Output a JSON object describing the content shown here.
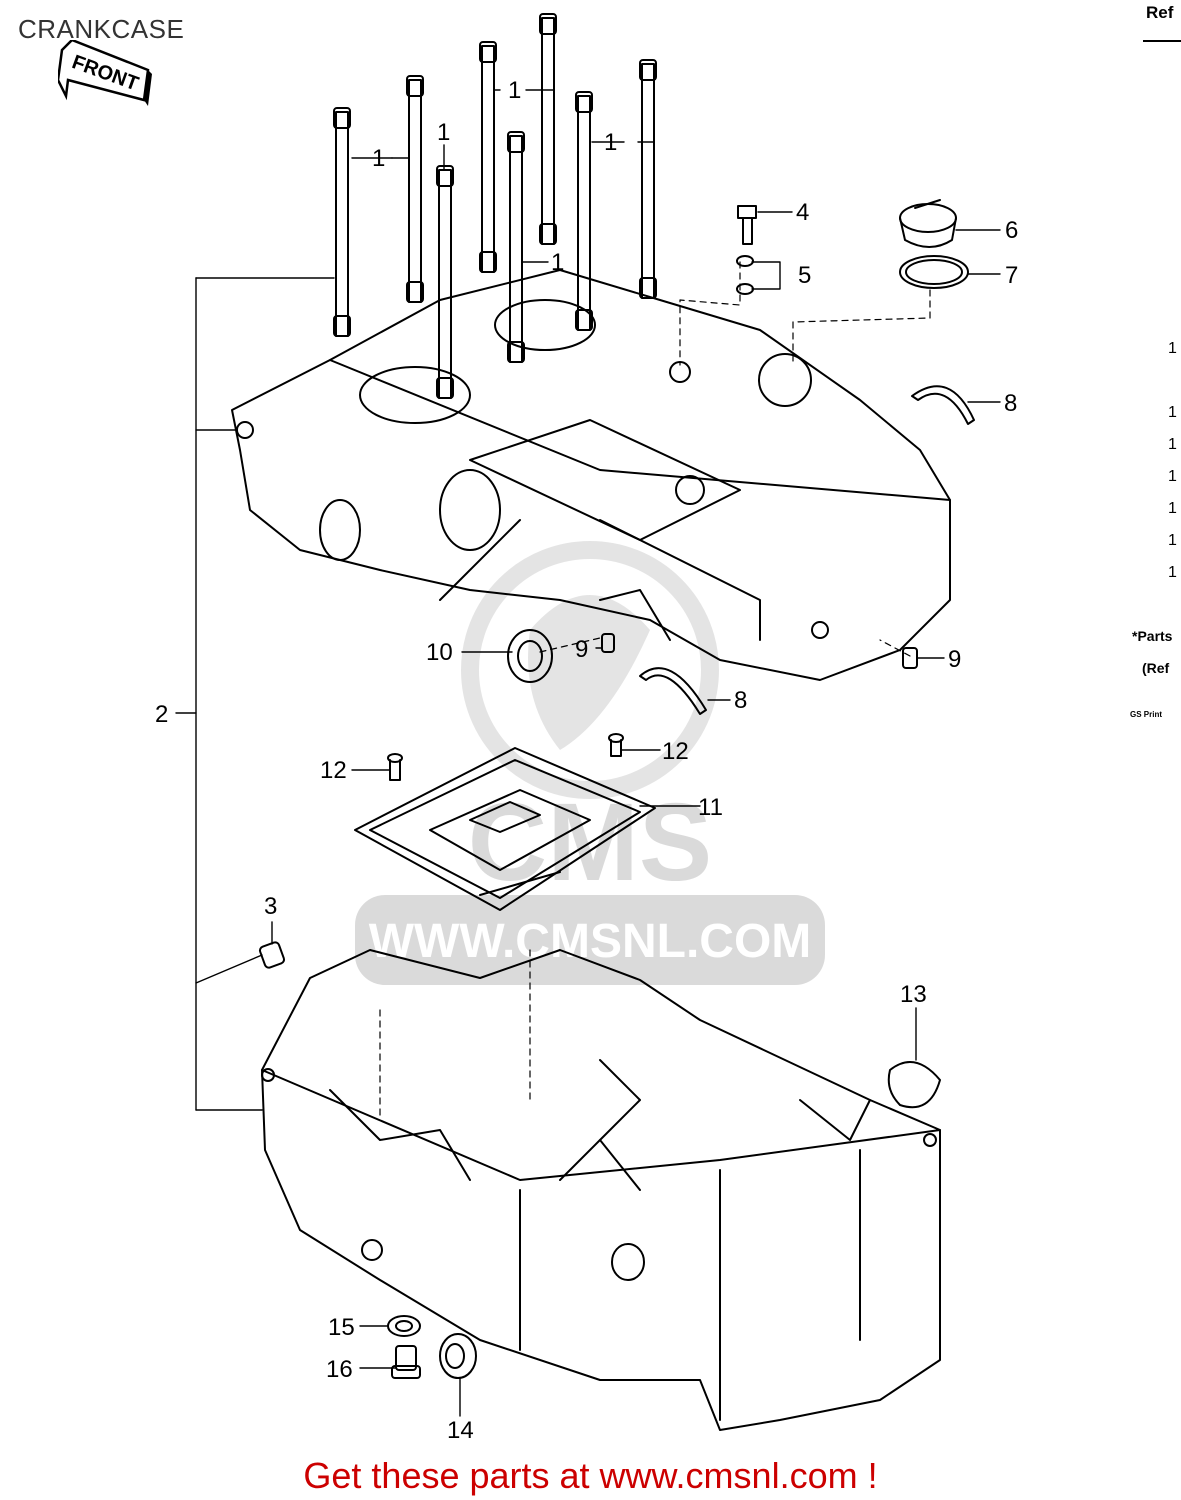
{
  "title": "CRANKCASE",
  "front_label": "FRONT",
  "callouts": [
    {
      "id": "c1a",
      "text": "1"
    },
    {
      "id": "c1b",
      "text": "1"
    },
    {
      "id": "c1c",
      "text": "1"
    },
    {
      "id": "c1d",
      "text": "1"
    },
    {
      "id": "c1e",
      "text": "1"
    },
    {
      "id": "c2",
      "text": "2"
    },
    {
      "id": "c3",
      "text": "3"
    },
    {
      "id": "c4",
      "text": "4"
    },
    {
      "id": "c5",
      "text": "5"
    },
    {
      "id": "c6",
      "text": "6"
    },
    {
      "id": "c7",
      "text": "7"
    },
    {
      "id": "c8a",
      "text": "8"
    },
    {
      "id": "c8b",
      "text": "8"
    },
    {
      "id": "c9a",
      "text": "9"
    },
    {
      "id": "c9b",
      "text": "9"
    },
    {
      "id": "c10",
      "text": "10"
    },
    {
      "id": "c11",
      "text": "11"
    },
    {
      "id": "c12a",
      "text": "12"
    },
    {
      "id": "c12b",
      "text": "12"
    },
    {
      "id": "c13",
      "text": "13"
    },
    {
      "id": "c14",
      "text": "14"
    },
    {
      "id": "c15",
      "text": "15"
    },
    {
      "id": "c16",
      "text": "16"
    }
  ],
  "sidebar": {
    "ref_header": "Ref",
    "ref_numbers": [
      "1",
      "1",
      "1",
      "1",
      "1",
      "1",
      "1"
    ],
    "note_1": "*Parts",
    "note_2": "(Ref",
    "print_note": "GS Print"
  },
  "watermark": {
    "brand": "CMS",
    "url": "WWW.CMSNL.COM"
  },
  "footer": "Get these parts at www.cmsnl.com !"
}
